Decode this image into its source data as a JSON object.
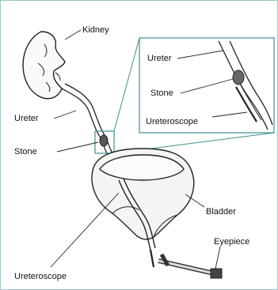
{
  "labels": {
    "kidney": "Kidney",
    "ureter": "Ureter",
    "stone": "Stone",
    "bladder": "Bladder",
    "ureteroscope": "Ureteroscope",
    "eyepiece": "Eyepiece"
  },
  "inset": {
    "ureter": "Ureter",
    "stone": "Stone",
    "ureteroscope": "Ureteroscope"
  },
  "colors": {
    "frame": "#9cc3c8",
    "inset_border": "#3f8f93",
    "line": "#222222"
  }
}
